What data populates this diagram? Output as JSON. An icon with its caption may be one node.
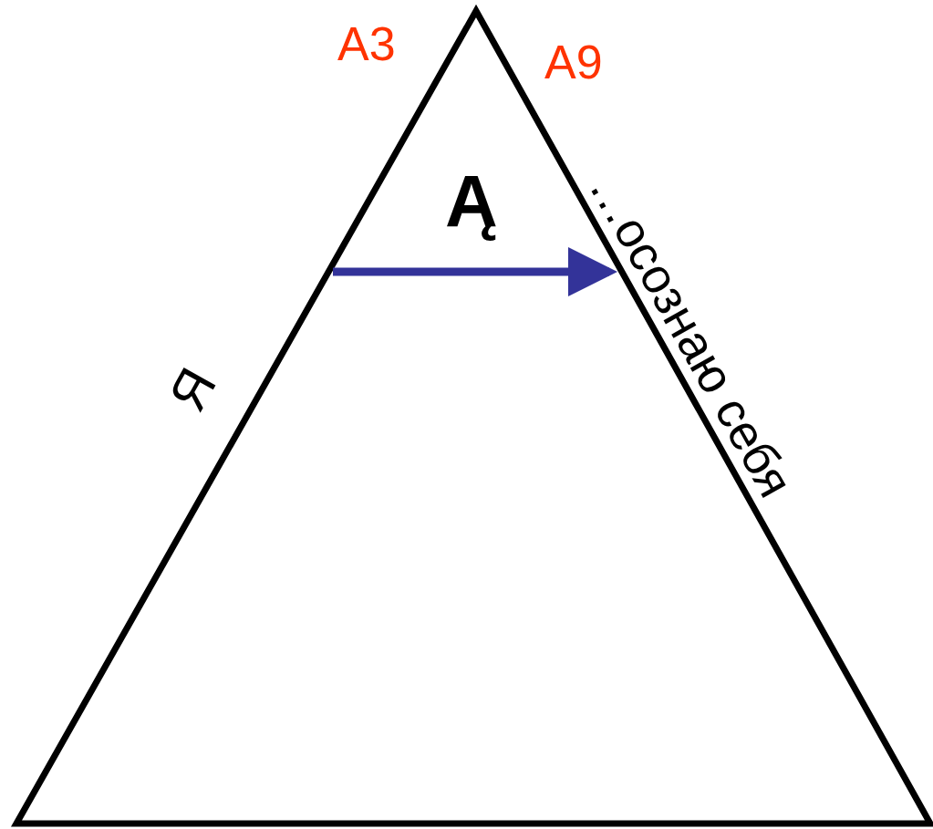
{
  "diagram": {
    "nodes": [
      {
        "text": [
          "Ą"
        ]
      }
    ],
    "labels": [
      "A3",
      "A9",
      "Я",
      "…осознаю себя"
    ]
  }
}
